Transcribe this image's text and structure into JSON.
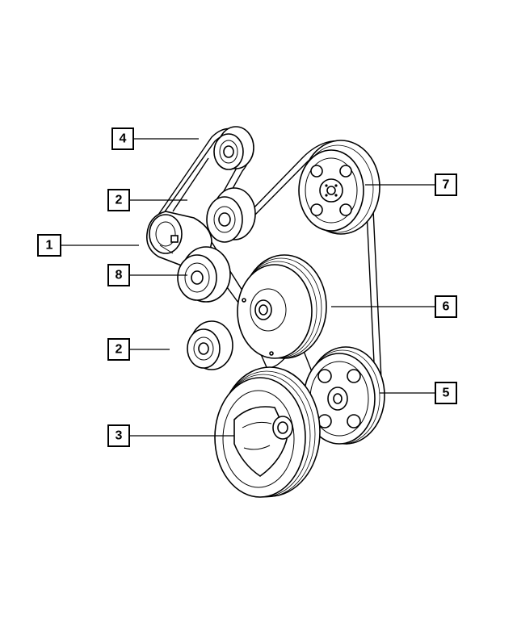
{
  "callouts": [
    {
      "id": "callout-1",
      "label": "1"
    },
    {
      "id": "callout-2a",
      "label": "2"
    },
    {
      "id": "callout-2b",
      "label": "2"
    },
    {
      "id": "callout-3",
      "label": "3"
    },
    {
      "id": "callout-4",
      "label": "4"
    },
    {
      "id": "callout-5",
      "label": "5"
    },
    {
      "id": "callout-6",
      "label": "6"
    },
    {
      "id": "callout-7",
      "label": "7"
    },
    {
      "id": "callout-8",
      "label": "8"
    }
  ]
}
